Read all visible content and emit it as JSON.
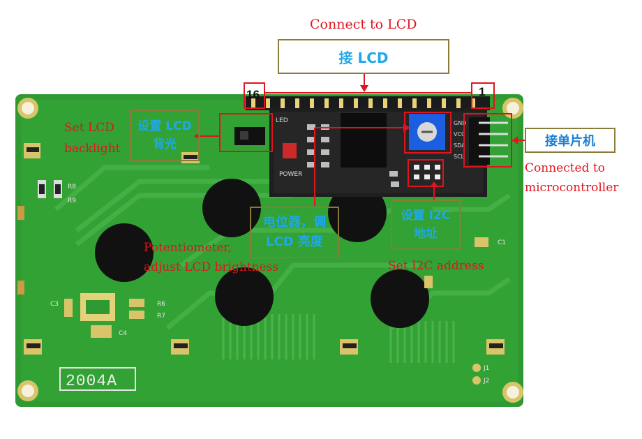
{
  "labels": {
    "connect_lcd_en": "Connect to LCD",
    "connect_lcd_cn": "接 LCD",
    "pin_16": "16",
    "pin_1": "1",
    "connect_mcu_cn": "接单片机",
    "connect_mcu_en_1": "Connected to",
    "connect_mcu_en_2": "microcontroller",
    "backlight_en_1": "Set LCD",
    "backlight_en_2": "backlight",
    "backlight_cn_1": "设置 LCD",
    "backlight_cn_2": "背光",
    "pot_cn_1": "电位器，调",
    "pot_cn_2": "LCD 亮度",
    "pot_en_1": "Potentiometer,",
    "pot_en_2": "adjust LCD brightness",
    "i2c_cn_1": "设置 I2C",
    "i2c_cn_2": "地址",
    "i2c_en": "Set I2C address"
  },
  "board": {
    "silkscreen_model": "2004A",
    "power_label": "POWER",
    "led_label": "LED",
    "pin_labels": [
      "GND",
      "VCC",
      "SDA",
      "SCL"
    ],
    "component_labels": [
      "R8",
      "R9",
      "C3",
      "C4",
      "R6",
      "R7",
      "C1",
      "J1",
      "J2"
    ]
  },
  "colors": {
    "annotation_red": "#e0141e",
    "cn_blue": "#1fa8e8",
    "box_olive": "#8a7b3a",
    "pcb_green": "#2f9a31"
  }
}
